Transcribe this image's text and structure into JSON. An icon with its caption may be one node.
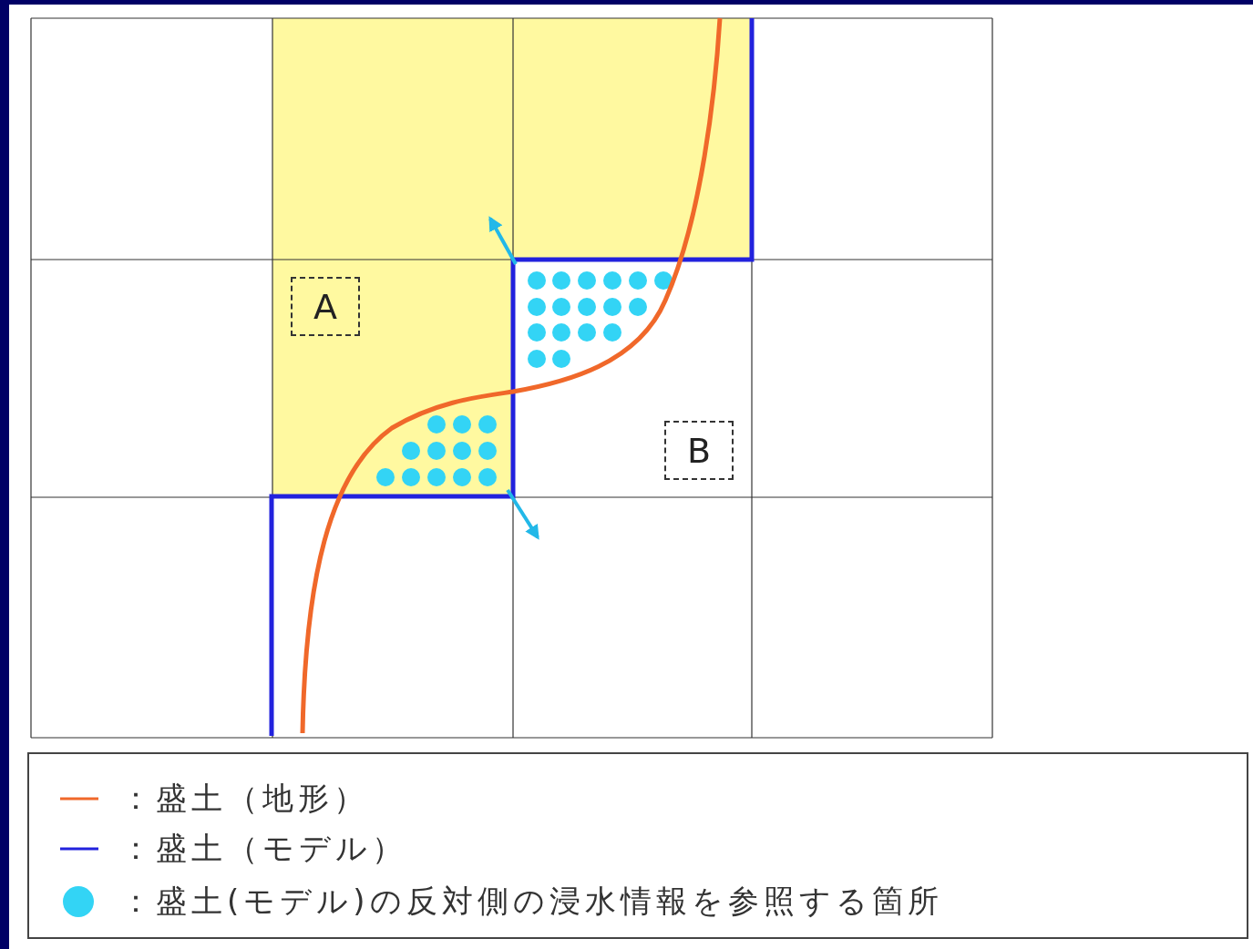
{
  "diagram": {
    "nodes": [
      {
        "text": [
          "A"
        ]
      },
      {
        "text": [
          "B"
        ]
      }
    ],
    "legend": [
      {
        "text": "：盛土（地形）"
      },
      {
        "text": "：盛土（モデル）"
      },
      {
        "text": "：盛土(モデル)の反対側の浸水情報を参照する箇所",
        "color": "#33d4f5"
      }
    ]
  }
}
